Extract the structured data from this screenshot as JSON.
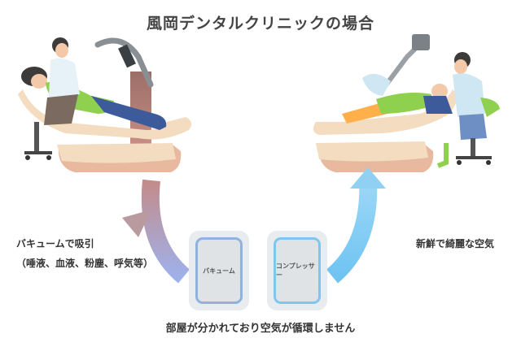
{
  "title": "風岡デンタルクリニックの場合",
  "left_caption": {
    "line1": "バキュームで吸引",
    "line2": "（唾液、血液、粉塵、呼気等）"
  },
  "right_caption": "新鮮で綺麗な空気",
  "devices": {
    "vacuum_label": "バキューム",
    "compressor_label": "コンプレッサー"
  },
  "bottom_caption": "部屋が分かれており空気が循環しません",
  "colors": {
    "vacuum_frame": "#8fb3e0",
    "compressor_frame": "#7ec6f0",
    "arrow_left_top": "#c08a8a",
    "arrow_left_bottom": "#9aaee6",
    "arrow_right": "#7fc9f2",
    "chair_cream": "#f3dcc0",
    "chair_base": "#d9a88f",
    "patient_shirt": "#8fd14f"
  }
}
